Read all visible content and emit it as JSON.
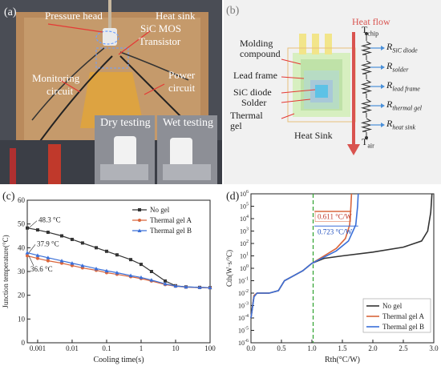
{
  "panel_a": {
    "tag": "(a)",
    "labels": {
      "pressure_head": "Pressure head",
      "heat_sink": "Heat sink",
      "sic_mos": "SiC MOS",
      "transistor": "Transistor",
      "monitoring1": "Monitoring",
      "monitoring2": "circuit",
      "power1": "Power",
      "power2": "circuit",
      "dry": "Dry testing",
      "wet": "Wet testing"
    }
  },
  "panel_b": {
    "tag": "(b)",
    "heat_flow": "Heat flow",
    "t_chip": "T",
    "t_chip_sub": "chip",
    "t_air": "T",
    "t_air_sub": "air",
    "labels": {
      "molding1": "Molding",
      "molding2": "compound",
      "lead_frame": "Lead frame",
      "sic_diode": "SiC diode",
      "solder": "Solder",
      "thermal1": "Thermal",
      "thermal2": "gel",
      "heat_sink": "Heat Sink"
    },
    "resistors": [
      {
        "main": "R",
        "sub": "SiC diode"
      },
      {
        "main": "R",
        "sub": "solder"
      },
      {
        "main": "R",
        "sub": "lead frame"
      },
      {
        "main": "R",
        "sub": "thermal gel"
      },
      {
        "main": "R",
        "sub": "heat sink"
      }
    ],
    "colors": {
      "arrow": "#d9534f",
      "resistor_arrow": "#4a90d9"
    }
  },
  "panel_c": {
    "tag": "(c)",
    "chart_data": {
      "type": "line",
      "xlabel": "Cooling time(s)",
      "ylabel": "Junction temperature(°C)",
      "xscale": "log",
      "xlim": [
        0.0005,
        100
      ],
      "ylim": [
        0,
        60
      ],
      "xticks": [
        0.001,
        0.01,
        0.1,
        1,
        10,
        100
      ],
      "xtick_labels": [
        "0.001",
        "0.01",
        "0.1",
        "1",
        "10",
        "100"
      ],
      "yticks": [
        0,
        10,
        20,
        30,
        40,
        50,
        60
      ],
      "legend": "top-right",
      "annotations": [
        "48.3 °C",
        "37.9 °C",
        "36.6 °C"
      ],
      "series": [
        {
          "name": "No gel",
          "color": "#333333",
          "marker": "square",
          "x": [
            0.0005,
            0.001,
            0.002,
            0.005,
            0.01,
            0.02,
            0.05,
            0.1,
            0.2,
            0.5,
            1,
            2,
            5,
            10,
            20,
            50,
            100
          ],
          "y": [
            48.3,
            47.5,
            46.5,
            45,
            43.5,
            42,
            40,
            38.5,
            37,
            35,
            33,
            30,
            26,
            24,
            23.5,
            23.3,
            23.2
          ]
        },
        {
          "name": "Thermal gel A",
          "color": "#d9653b",
          "marker": "circle",
          "x": [
            0.0005,
            0.001,
            0.002,
            0.005,
            0.01,
            0.02,
            0.05,
            0.1,
            0.2,
            0.5,
            1,
            2,
            5,
            10,
            20,
            50,
            100
          ],
          "y": [
            36.6,
            35.5,
            34.5,
            33.5,
            32.5,
            31.5,
            30.5,
            29.5,
            28.8,
            27.8,
            27,
            26,
            24.5,
            23.8,
            23.4,
            23.2,
            23.1
          ]
        },
        {
          "name": "Thermal gel B",
          "color": "#3a6fd8",
          "marker": "triangle",
          "x": [
            0.0005,
            0.001,
            0.002,
            0.005,
            0.01,
            0.02,
            0.05,
            0.1,
            0.2,
            0.5,
            1,
            2,
            5,
            10,
            20,
            50,
            100
          ],
          "y": [
            37.9,
            36.8,
            35.8,
            34.5,
            33.5,
            32.5,
            31.2,
            30.3,
            29.5,
            28.3,
            27.5,
            26.4,
            24.8,
            23.9,
            23.5,
            23.3,
            23.2
          ]
        }
      ]
    }
  },
  "panel_d": {
    "tag": "(d)",
    "chart_data": {
      "type": "line",
      "xlabel": "Rth(°C/W)",
      "ylabel": "Cth(W·s/°C)",
      "yscale": "log",
      "xlim": [
        0,
        3
      ],
      "ylim_exp": [
        -6,
        6
      ],
      "xticks": [
        0.0,
        0.5,
        1.0,
        1.5,
        2.0,
        2.5,
        3.0
      ],
      "xtick_labels": [
        "0.0",
        "0.5",
        "1.0",
        "1.5",
        "2.0",
        "2.5",
        "3.0"
      ],
      "ytick_exps": [
        -6,
        -5,
        -4,
        -3,
        -2,
        -1,
        0,
        1,
        2,
        3,
        4,
        5,
        6
      ],
      "legend": "bottom-right",
      "annotations": [
        "0.611 °C/W",
        "0.723 °C/W"
      ],
      "dashed_vline_x": 1.02,
      "series": [
        {
          "name": "No gel",
          "color": "#333333",
          "x": [
            0.0,
            0.05,
            0.1,
            0.3,
            0.45,
            0.55,
            0.7,
            0.85,
            1.0,
            1.2,
            1.5,
            2.0,
            2.5,
            2.8,
            2.9,
            2.95,
            2.97
          ],
          "yexp": [
            -4,
            -2.2,
            -2,
            -2,
            -1.8,
            -1.0,
            -0.6,
            -0.2,
            0.4,
            0.8,
            1.0,
            1.3,
            1.7,
            2.2,
            3.0,
            4.5,
            6
          ]
        },
        {
          "name": "Thermal gel A",
          "color": "#d9653b",
          "x": [
            0.0,
            0.05,
            0.1,
            0.3,
            0.45,
            0.55,
            0.7,
            0.85,
            1.0,
            1.2,
            1.4,
            1.55,
            1.62,
            1.64,
            1.65
          ],
          "yexp": [
            -4,
            -2.2,
            -2,
            -2,
            -1.8,
            -1.0,
            -0.6,
            -0.2,
            0.4,
            1.0,
            1.6,
            2.4,
            3.5,
            5,
            6
          ]
        },
        {
          "name": "Thermal gel B",
          "color": "#3a6fd8",
          "x": [
            0.0,
            0.05,
            0.1,
            0.3,
            0.45,
            0.55,
            0.7,
            0.85,
            1.0,
            1.2,
            1.4,
            1.6,
            1.72,
            1.75,
            1.76
          ],
          "yexp": [
            -4,
            -2.3,
            -2,
            -2,
            -1.8,
            -1.0,
            -0.6,
            -0.2,
            0.4,
            0.9,
            1.4,
            2.2,
            3.5,
            5,
            6
          ]
        }
      ]
    }
  }
}
